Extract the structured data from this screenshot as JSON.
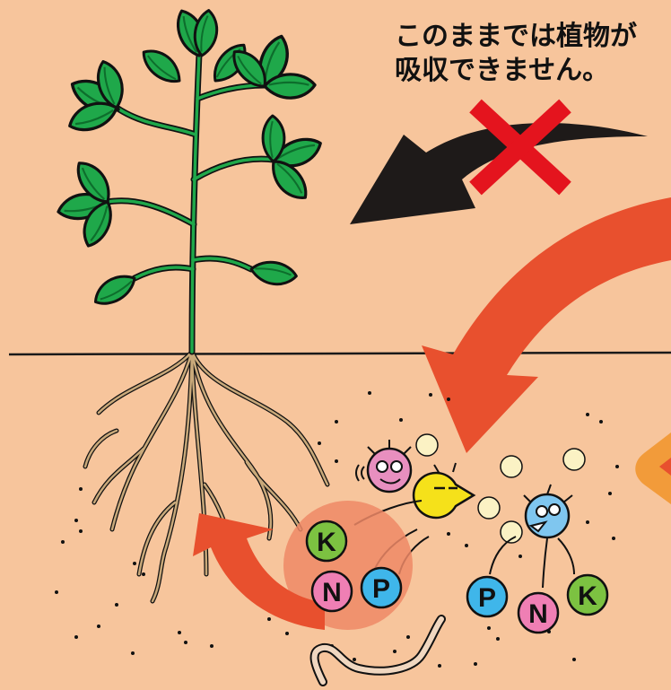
{
  "caption": {
    "line1": "このままでは植物が",
    "line2": "吸収できません。"
  },
  "nutrients": {
    "absorbed": [
      "K",
      "N",
      "P"
    ],
    "free": [
      "P",
      "N",
      "K"
    ]
  },
  "colors": {
    "background": "#f7c59c",
    "leaf": "#1fa84a",
    "root": "#c9a97a",
    "arrow_dark": "#1e1a19",
    "arrow_orange": "#e8502e",
    "cross_red": "#e4141e",
    "nutrient_K": "#7cc241",
    "nutrient_N": "#ef7fb4",
    "nutrient_P": "#3fb6ea"
  }
}
